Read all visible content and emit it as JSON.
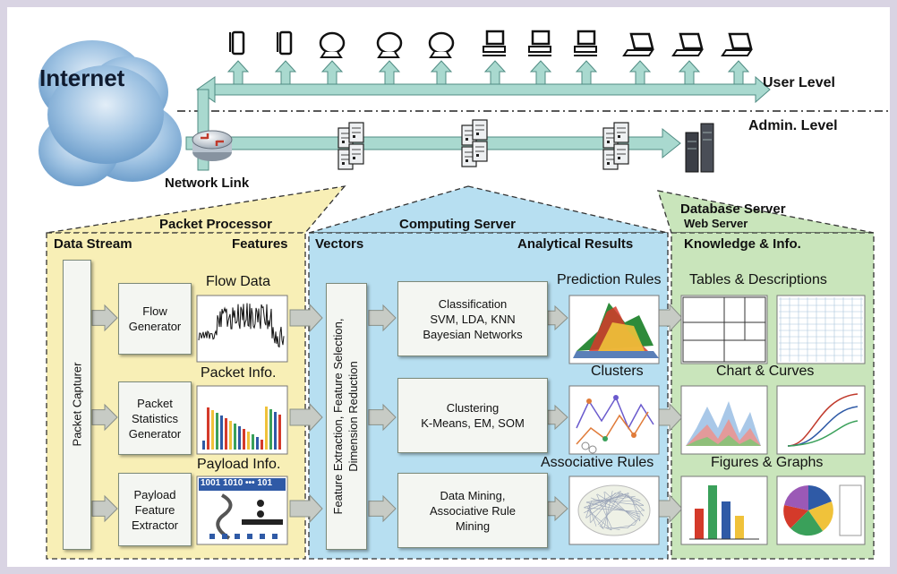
{
  "top": {
    "internet_label": "Internet",
    "user_level_label": "User  Level",
    "admin_level_label": "Admin.  Level",
    "network_link_label": "Network Link"
  },
  "packet_processor": {
    "title": "Packet Processor",
    "col_left": "Data Stream",
    "col_right": "Features",
    "capturer": "Packet Capturer",
    "flow_generator": "Flow\nGenerator",
    "packet_stats": "Packet\nStatistics\nGenerator",
    "payload_extractor": "Payload\nFeature\nExtractor",
    "flow_data_title": "Flow Data",
    "packet_info_title": "Packet Info.",
    "payload_info_title": "Payload Info.",
    "payload_bits": "1001 1010 ••• 101"
  },
  "computing_server": {
    "title": "Computing Server",
    "col_left": "Vectors",
    "col_right": "Analytical Results",
    "feature_box_line1": "Feature Extraction,  Feature Selection,",
    "feature_box_line2": "Dimension Reduction",
    "classification": "Classification\nSVM, LDA, KNN\nBayesian Networks",
    "clustering": "Clustering\nK-Means, EM, SOM",
    "mining": "Data Mining,\nAssociative Rule\nMining",
    "prediction_rules_title": "Prediction Rules",
    "clusters_title": "Clusters",
    "associative_rules_title": "Associative Rules"
  },
  "database_server": {
    "title": "Database Server",
    "subtitle": "Web Server",
    "col_label": "Knowledge  & Info.",
    "tables_title": "Tables & Descriptions",
    "charts_title": "Chart & Curves",
    "figures_title": "Figures & Graphs"
  },
  "colors": {
    "arrow": "#a9d9cf",
    "arrow_edge": "#4f8c83",
    "packet_bg": "#f8efb6",
    "computing_bg": "#b7dff1",
    "database_bg": "#c9e5bb"
  }
}
